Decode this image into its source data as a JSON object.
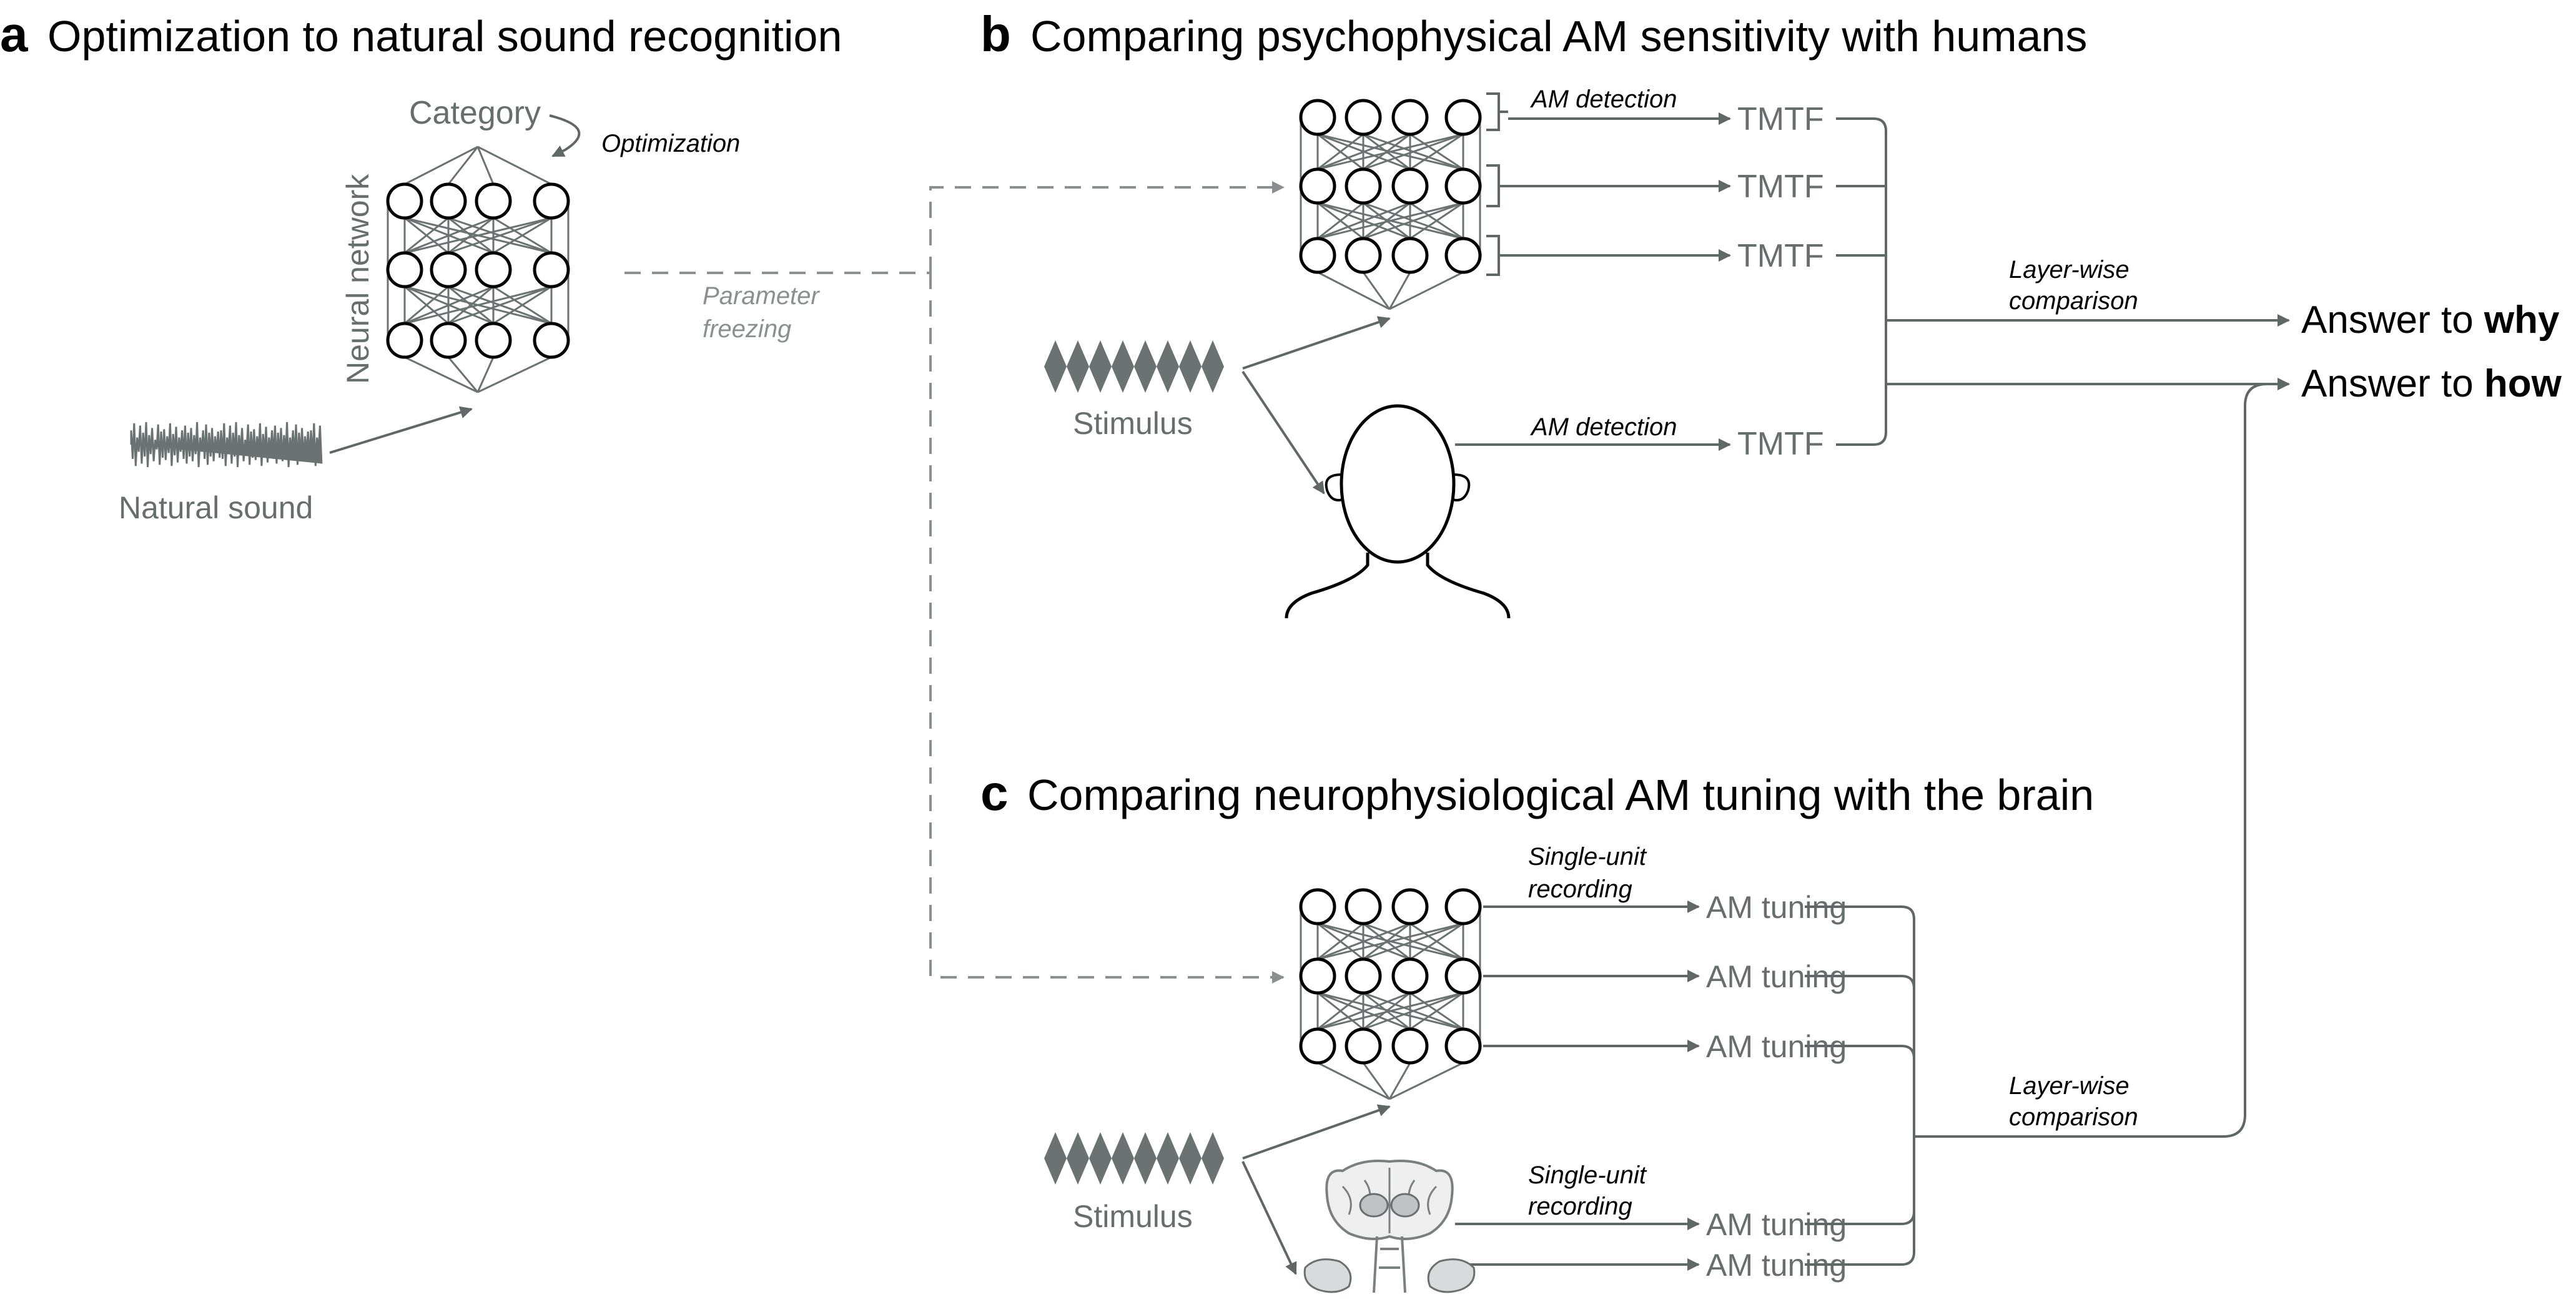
{
  "panel_a": {
    "letter": "a",
    "title": "Optimization to natural sound recognition",
    "category_label": "Category",
    "optimization_label": "Optimization",
    "network_label": "Neural network",
    "sound_label": "Natural sound",
    "freeze_label_line1": "Parameter",
    "freeze_label_line2": "freezing"
  },
  "panel_b": {
    "letter": "b",
    "title": "Comparing psychophysical AM sensitivity with humans",
    "am_detection_top": "AM detection",
    "am_detection_human": "AM detection",
    "tmtf_labels": [
      "TMTF",
      "TMTF",
      "TMTF",
      "TMTF"
    ],
    "stimulus_label": "Stimulus",
    "comparison_line1": "Layer-wise",
    "comparison_line2": "comparison"
  },
  "panel_c": {
    "letter": "c",
    "title": "Comparing neurophysiological AM tuning with the brain",
    "recording_top_line1": "Single-unit",
    "recording_top_line2": "recording",
    "recording_brain_line1": "Single-unit",
    "recording_brain_line2": "recording",
    "tuning_labels": [
      "AM tuning",
      "AM tuning",
      "AM tuning",
      "AM tuning",
      "AM tuning"
    ],
    "stimulus_label": "Stimulus",
    "comparison_line1": "Layer-wise",
    "comparison_line2": "comparison"
  },
  "answers": {
    "why_prefix": "Answer to ",
    "why_word": "why",
    "how_prefix": "Answer to ",
    "how_word": "how"
  },
  "colors": {
    "text_gray": "#666e6e",
    "line_gray": "#5f6767",
    "dashed_gray": "#8a9090",
    "node_stroke": "#000000"
  }
}
